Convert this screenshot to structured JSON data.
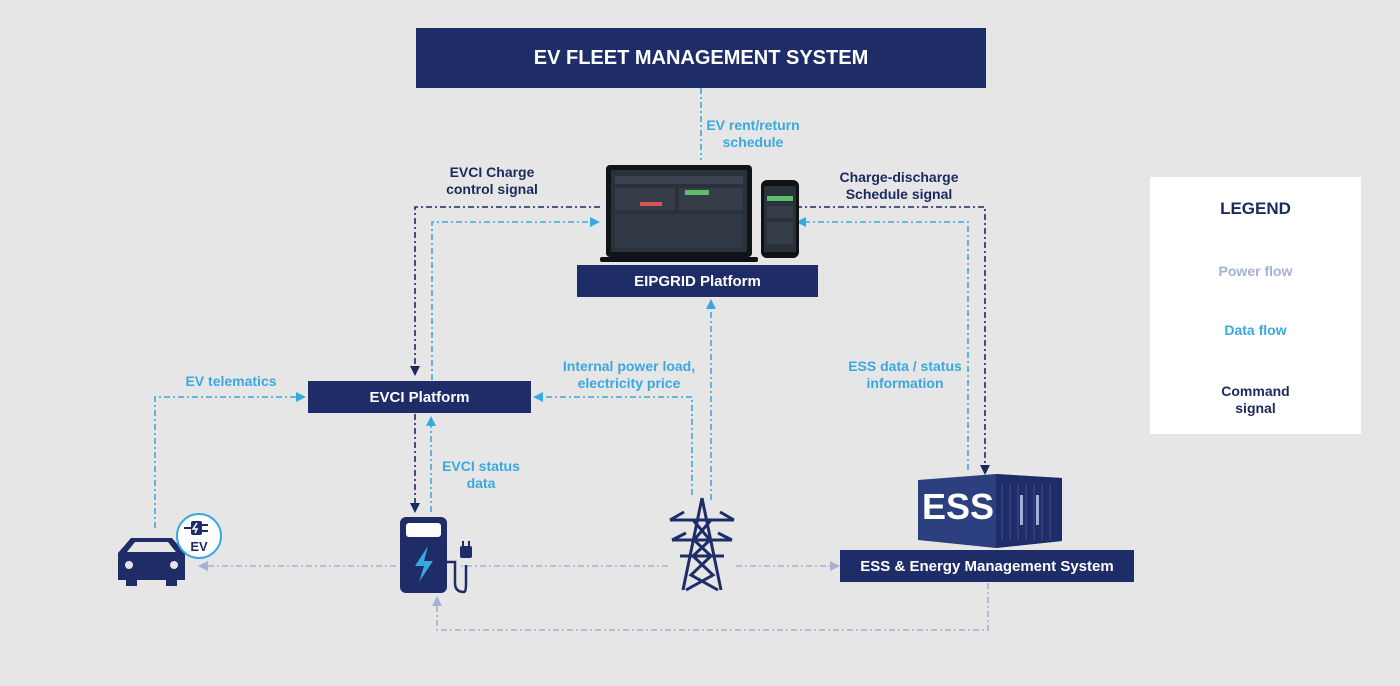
{
  "title": "EV FLEET MANAGEMENT SYSTEM",
  "platform": "EIPGRID Platform",
  "evci_platform": "EVCI Platform",
  "ess_system": "ESS & Energy Management System",
  "ess_container_text": "ESS",
  "ev_badge": "EV",
  "labels": {
    "rent_return_1": "EV rent/return",
    "rent_return_2": "schedule",
    "evci_charge_1": "EVCI Charge",
    "evci_charge_2": "control signal",
    "charge_discharge_1": "Charge-discharge",
    "charge_discharge_2": "Schedule signal",
    "ev_telematics": "EV telematics",
    "internal_power_1": "Internal power load,",
    "internal_power_2": "electricity price",
    "ess_data_1": "ESS data / status",
    "ess_data_2": "information",
    "evci_status_1": "EVCI status",
    "evci_status_2": "data"
  },
  "legend": {
    "title": "LEGEND",
    "power": "Power flow",
    "data": "Data flow",
    "command_1": "Command",
    "command_2": "signal"
  },
  "colors": {
    "navy": "#1e2d67",
    "data": "#3aa8e0",
    "power": "#a3b1d3",
    "command": "#1b2a5e"
  }
}
